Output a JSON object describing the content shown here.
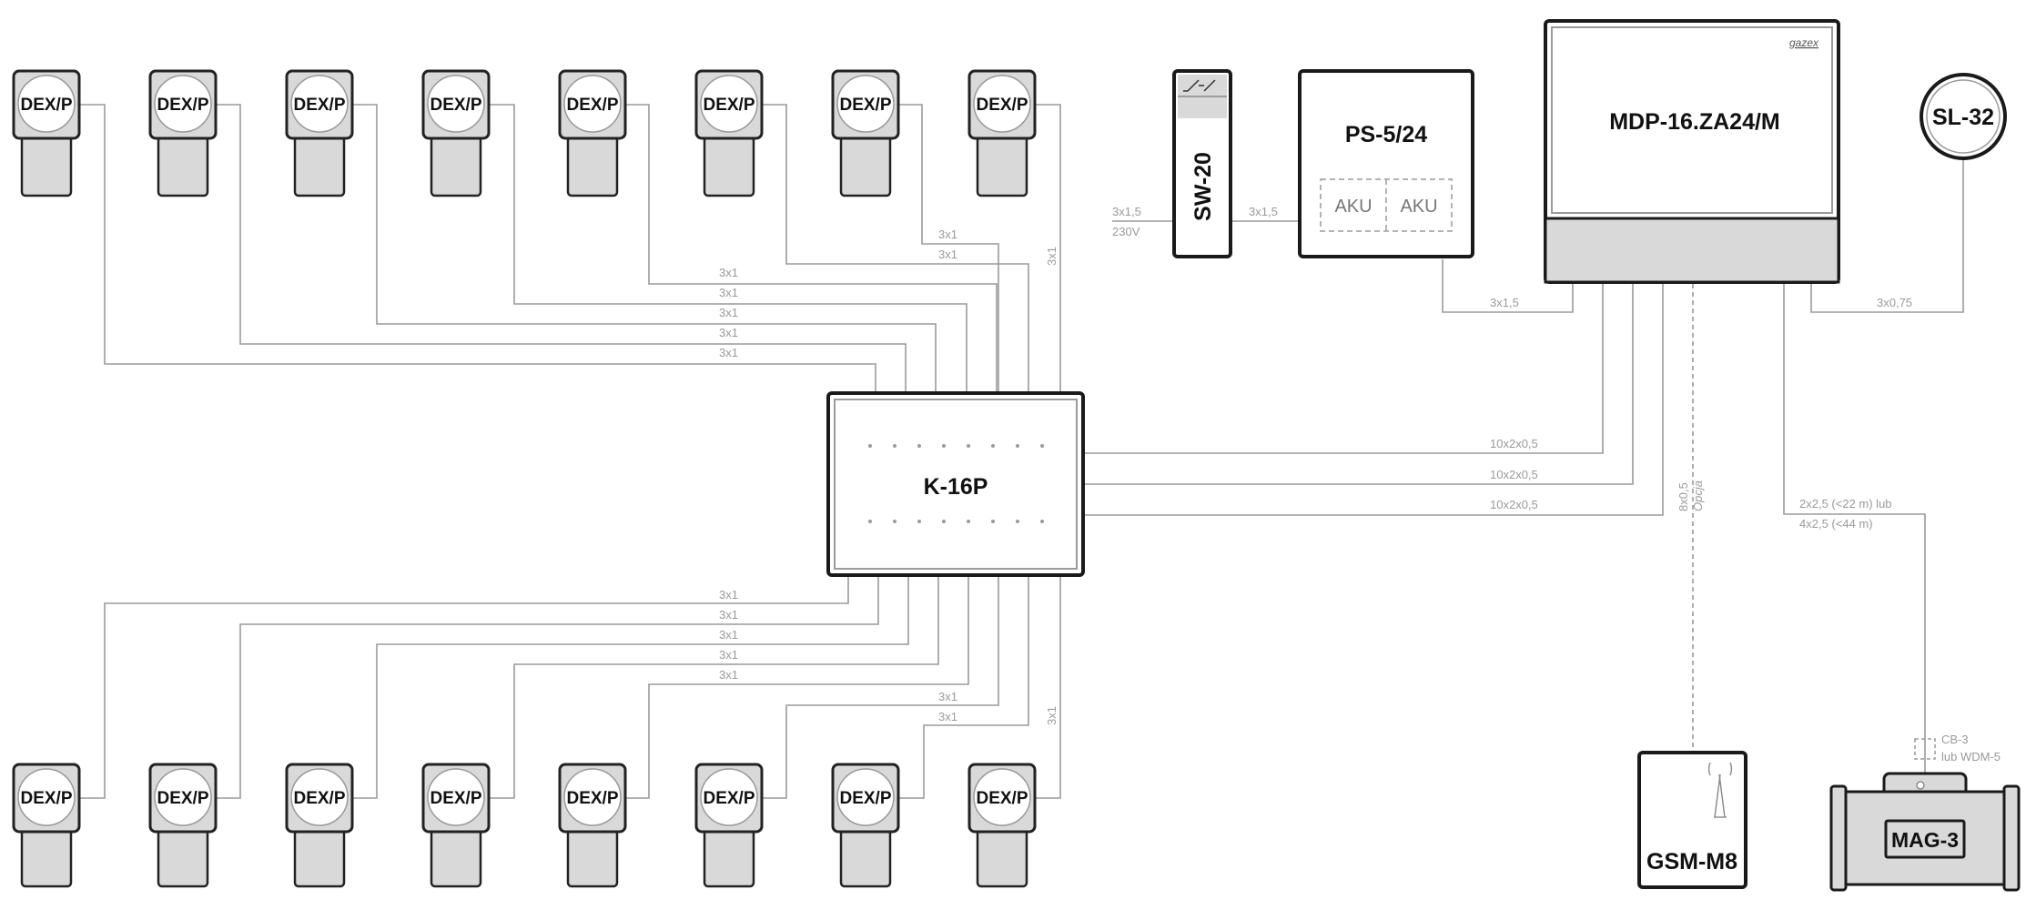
{
  "devices": {
    "detector_label": "DEX/P",
    "switch": "SW-20",
    "power_supply": "PS-5/24",
    "battery_left": "AKU",
    "battery_right": "AKU",
    "controller": "MDP-16.ZA24/M",
    "brand": "gazex",
    "signaler": "SL-32",
    "module": "K-16P",
    "gsm": "GSM-M8",
    "valve": "MAG-3"
  },
  "cables": {
    "detector": "3x1",
    "mains_a": "3x1,5",
    "mains_b": "230V",
    "switch_to_ps": "3x1,5",
    "ps_to_controller": "3x1,5",
    "controller_to_signaler": "3x0,75",
    "bus": "10x2x0,5",
    "gsm_a": "8x0,5",
    "gsm_b": "Opcja",
    "valve_a": "2x2,5 (<22 m) lub",
    "valve_b": "4x2,5 (<44 m)",
    "junction_a": "CB-3",
    "junction_b": "lub WDM-5"
  }
}
